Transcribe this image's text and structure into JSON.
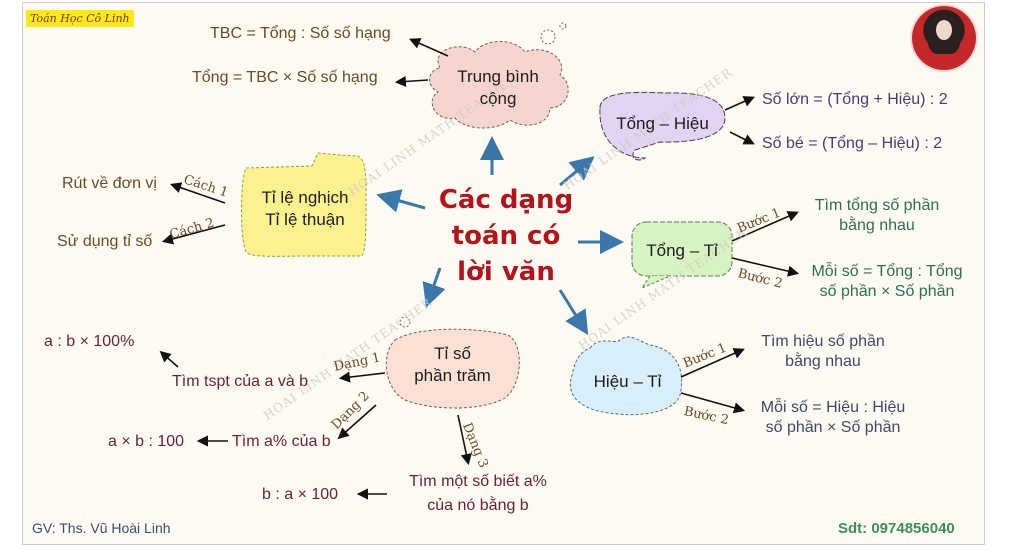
{
  "header": {
    "brand": "Toán Học Cô Linh",
    "avatar": "teacher-photo"
  },
  "center": {
    "title_lines": [
      "Các dạng",
      "toán có",
      "lời văn"
    ]
  },
  "watermark": "HOAI LINH MATH TEACHER",
  "nodes": {
    "trung_binh_cong": {
      "title_lines": [
        "Trung bình",
        "cộng"
      ],
      "items": [
        "TBC = Tổng : Số số hạng",
        "Tổng = TBC × Số số hạng"
      ]
    },
    "tong_hieu": {
      "title": "Tổng – Hiệu",
      "items": [
        "Số lớn = (Tổng + Hiệu) : 2",
        "Số bé = (Tổng – Hiệu) : 2"
      ]
    },
    "ti_le": {
      "title_lines": [
        "Tỉ lệ nghịch",
        "Tỉ lệ thuận"
      ],
      "branches": [
        {
          "label": "Cách 1",
          "text": "Rút về đơn vị"
        },
        {
          "label": "Cách 2",
          "text": "Sử dụng tỉ số"
        }
      ]
    },
    "tong_ti": {
      "title": "Tổng – Tỉ",
      "branches": [
        {
          "label": "Bước 1",
          "lines": [
            "Tìm tổng số phần",
            "bằng nhau"
          ]
        },
        {
          "label": "Bước 2",
          "lines": [
            "Mỗi số = Tổng : Tổng",
            "số phần × Số phần"
          ]
        }
      ]
    },
    "hieu_ti": {
      "title": "Hiệu – Tỉ",
      "branches": [
        {
          "label": "Bước 1",
          "lines": [
            "Tìm hiệu số phần",
            "bằng nhau"
          ]
        },
        {
          "label": "Bước 2",
          "lines": [
            "Mỗi số = Hiệu : Hiệu",
            "số phần × Số phần"
          ]
        }
      ]
    },
    "ti_so_phan_tram": {
      "title_lines": [
        "Tỉ số",
        "phần trăm"
      ],
      "branches": [
        {
          "label": "Dạng 1",
          "text": "Tìm tspt của a và b",
          "result": "a : b × 100%"
        },
        {
          "label": "Dạng 2",
          "text": "Tìm a% của b",
          "result": "a × b : 100"
        },
        {
          "label": "Dạng 3",
          "lines": [
            "Tìm một số biết a%",
            "của nó bằng b"
          ],
          "result": "b : a × 100"
        }
      ]
    }
  },
  "footer": {
    "teacher": "GV: Ths. Vũ Hoài Linh",
    "phone": "Sdt: 0974856040"
  },
  "colors": {
    "background": "#fdfbf1",
    "center_title": "#b3141c",
    "arrow_blue": "#3a78ac",
    "trung_binh_cong_fill": "#f8d4cf",
    "tong_hieu_fill": "#e3d3f3",
    "ti_le_fill": "#fbf28f",
    "tong_ti_fill": "#d8f3c2",
    "hieu_ti_fill": "#d8eefa",
    "ti_so_fill": "#fbe0d3",
    "phone": "#3f8e62"
  }
}
